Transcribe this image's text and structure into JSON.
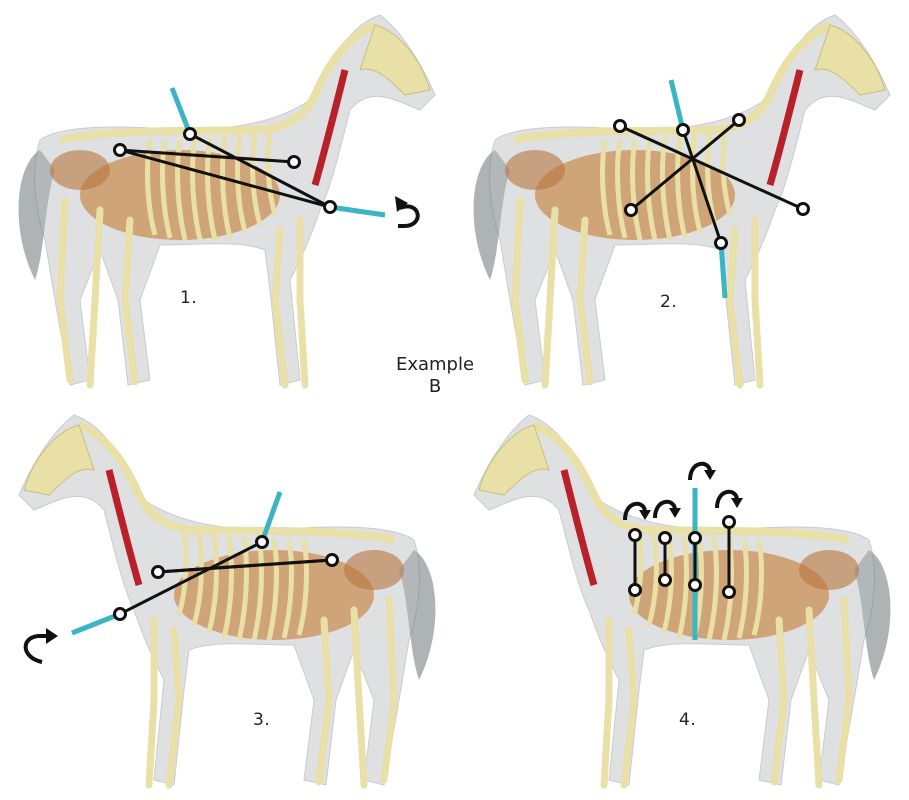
{
  "center_label": {
    "line1": "Example",
    "line2": "B"
  },
  "panels": [
    {
      "id": "panel-1",
      "label": "1.",
      "orientation": "facing-right"
    },
    {
      "id": "panel-2",
      "label": "2.",
      "orientation": "facing-right"
    },
    {
      "id": "panel-3",
      "label": "3.",
      "orientation": "facing-left"
    },
    {
      "id": "panel-4",
      "label": "4.",
      "orientation": "facing-left"
    }
  ],
  "colors": {
    "bone": "#e8e0a6",
    "bone_dark": "#c9bf7a",
    "body_shell": "#b9bcbe",
    "organ": "#c98a4d",
    "artery": "#b8212a",
    "needle": "#3bb4c4",
    "line": "#111111"
  }
}
